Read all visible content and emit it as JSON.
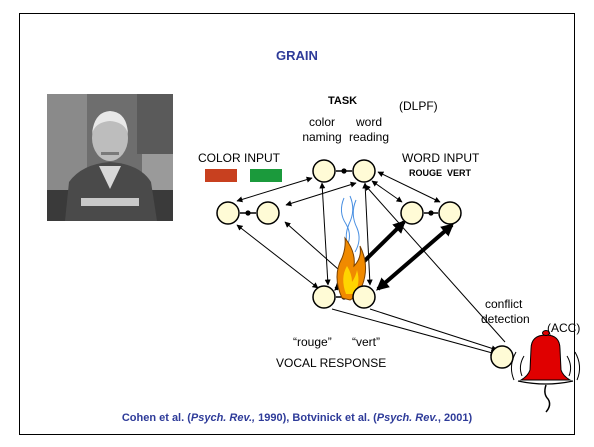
{
  "slide": {
    "title": "GRAIN",
    "citation": {
      "p1": "Cohen et al. (",
      "p2": "Psych. Rev.,",
      "p3": " 1990), Botvinick et al. (",
      "p4": "Psych. Rev.",
      "p5": ", 2001)"
    }
  },
  "diagram": {
    "task_label": "TASK",
    "dlpfc_label": "(DLPF)",
    "color_naming": [
      "color",
      "naming"
    ],
    "word_reading": [
      "word",
      "reading"
    ],
    "color_input_label": "COLOR INPUT",
    "word_input_label": "WORD INPUT",
    "word_input_sub": "ROUGE  VERT",
    "response_rouge": "“rouge”",
    "response_vert": "“vert”",
    "vocal_response_label": "VOCAL RESPONSE",
    "conflict_detection": [
      "conflict",
      "detection"
    ],
    "acc_label": "(ACC)"
  },
  "colors": {
    "title_blue": "#2e3b99",
    "node_fill": "#fffbd6",
    "swatch_red": "#c8401f",
    "swatch_green": "#1b9a3c",
    "bell_red": "#e00000",
    "flame_orange": "#f08a00",
    "flame_yellow": "#ffd400"
  },
  "icons": [
    "person-photo",
    "flame-icon",
    "alarm-bell-icon"
  ]
}
